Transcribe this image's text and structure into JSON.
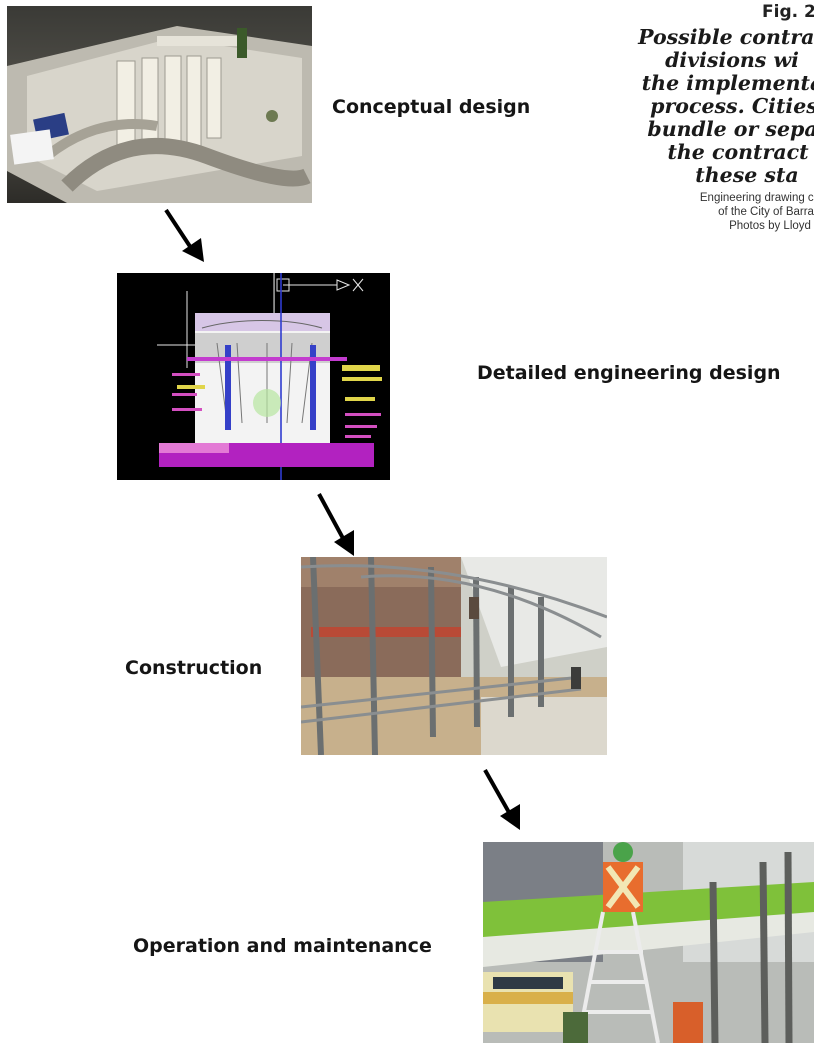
{
  "figure": {
    "number": "Fig. 2",
    "caption_lines": [
      "Possible contrac",
      "divisions wi",
      "the implementa",
      "process. Cities",
      "bundle or sepa",
      "the contract",
      "these sta"
    ],
    "credit_lines": [
      "Engineering drawing co",
      "of the City of Barra",
      "Photos by Lloyd"
    ]
  },
  "stages": [
    {
      "label": "Conceptual design",
      "image": "architectural-model-photo"
    },
    {
      "label": "Detailed engineering design",
      "image": "cad-engineering-drawing"
    },
    {
      "label": "Construction",
      "image": "station-construction-photo"
    },
    {
      "label": "Operation and maintenance",
      "image": "station-maintenance-photo"
    }
  ]
}
